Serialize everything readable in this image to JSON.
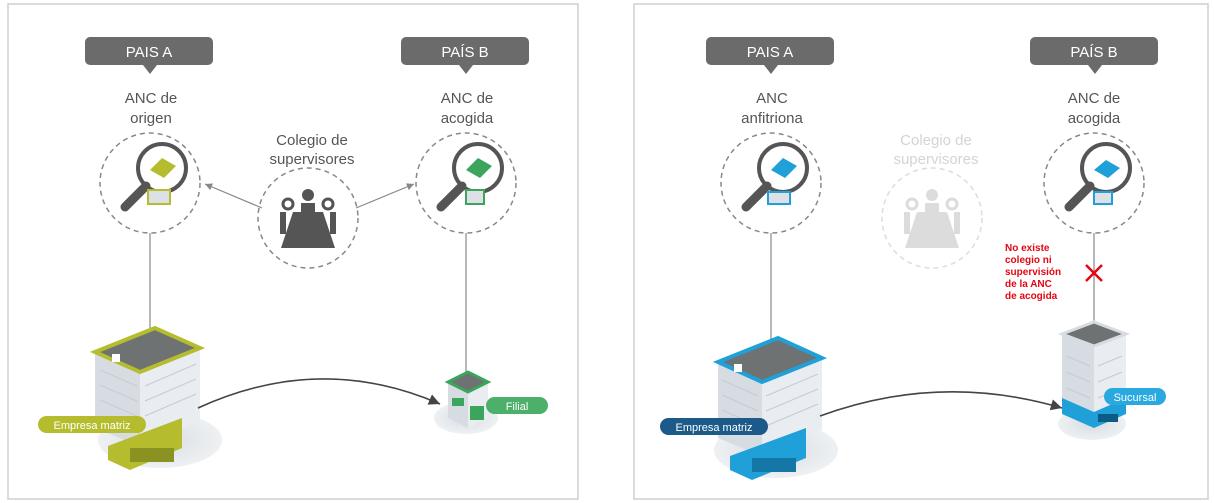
{
  "panels": [
    {
      "country_a": "PAIS A",
      "country_b": "PAÍS B",
      "authority_a": [
        "ANC de",
        "origen"
      ],
      "authority_b": [
        "ANC de",
        "acogida"
      ],
      "college": [
        "Colegio de",
        "supervisores"
      ],
      "company_a": "Empresa matriz",
      "company_b": "Filial",
      "colors": {
        "building_a": "#b5bd2f",
        "building_b": "#3aa55b",
        "badge_a": "#b5bd2f",
        "badge_b": "#4caf6a"
      }
    },
    {
      "country_a": "PAIS A",
      "country_b": "PAÍS B",
      "authority_a": [
        "ANC",
        "anfitriona"
      ],
      "authority_b": [
        "ANC de",
        "acogida"
      ],
      "college": [
        "Colegio de",
        "supervisores"
      ],
      "company_a": "Empresa matriz",
      "company_b": "Sucursal",
      "warning": [
        "No existe",
        "colegio ni",
        "supervisión",
        "de la ANC",
        "de acogida"
      ],
      "colors": {
        "building_a": "#1fa0d8",
        "building_b": "#1fa0d8",
        "badge_a": "#1c5a8a",
        "badge_b": "#29a9e0",
        "warning": "#e30613"
      }
    }
  ]
}
